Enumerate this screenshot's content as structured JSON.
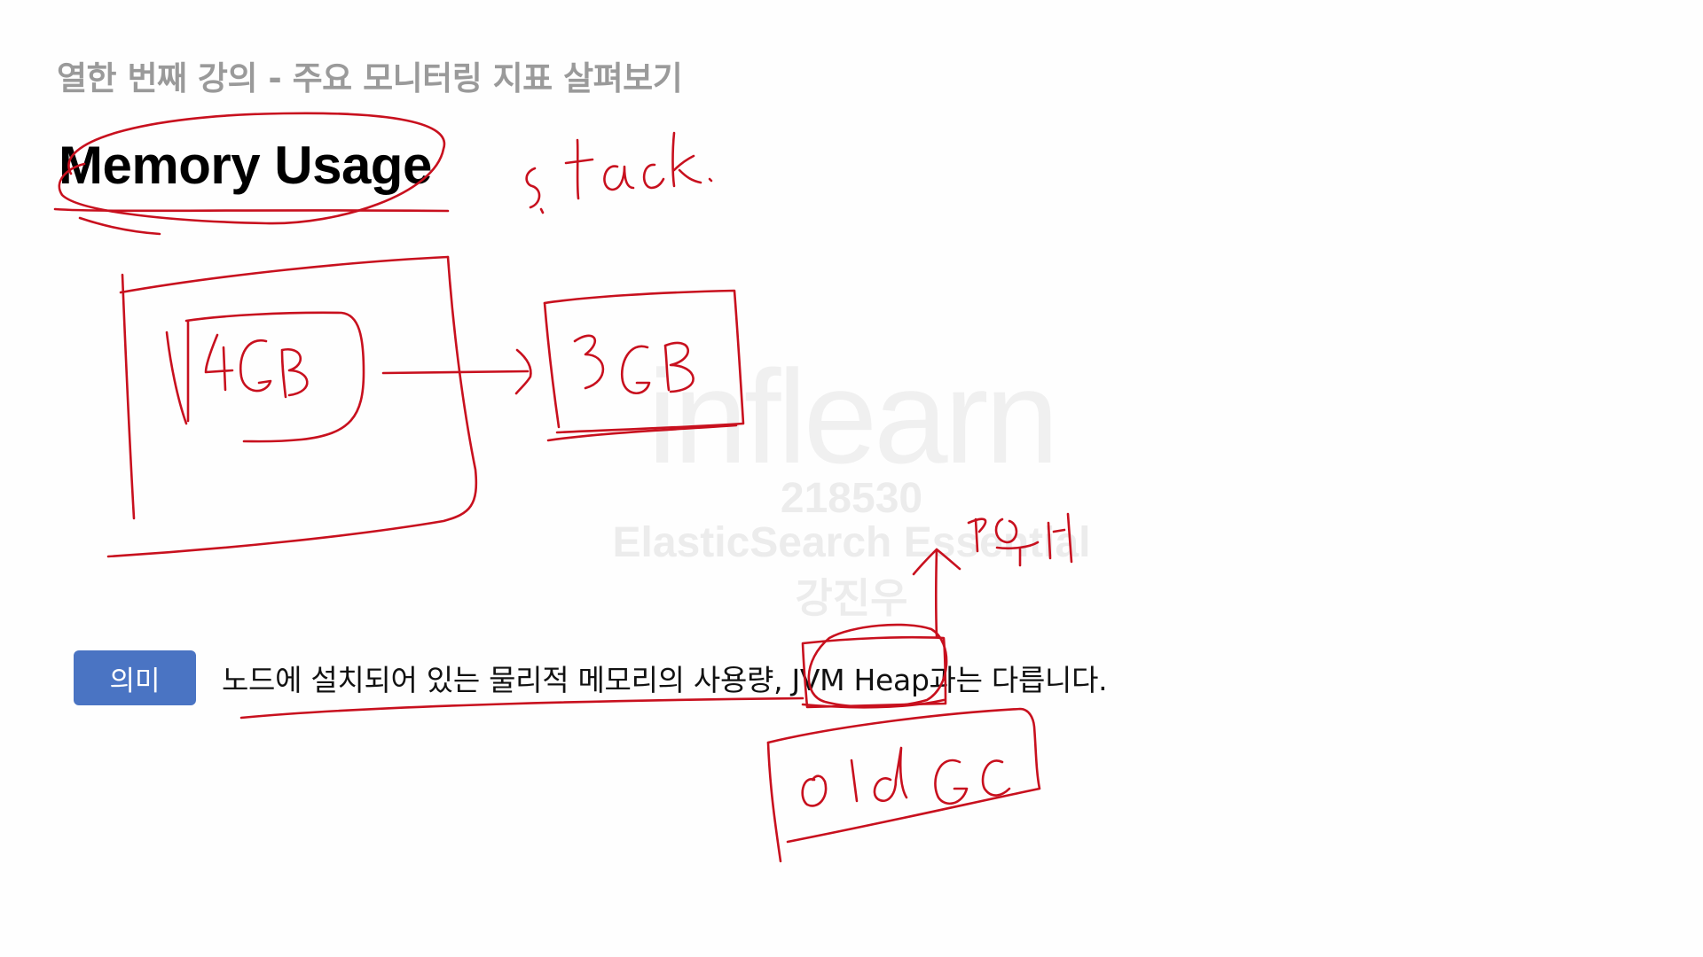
{
  "slide": {
    "lecture_title": "열한 번째 강의 - 주요 모니터링 지표 살펴보기",
    "section_title": "Memory Usage",
    "badge_label": "의미",
    "definition_text": "노드에 설치되어 있는 물리적 메모리의 사용량, JVM Heap과는 다릅니다."
  },
  "watermark": {
    "logo": "inflearn",
    "id": "218530",
    "course": "ElasticSearch Essential",
    "name": "강진우"
  },
  "annotations": {
    "stack": "stack.",
    "box_left": "4GB",
    "box_right": "3GB",
    "old_gc": "old GC"
  },
  "colors": {
    "ink": "#c8101e",
    "badge": "#4a74c3",
    "lecture_title": "#9a9a9a"
  }
}
